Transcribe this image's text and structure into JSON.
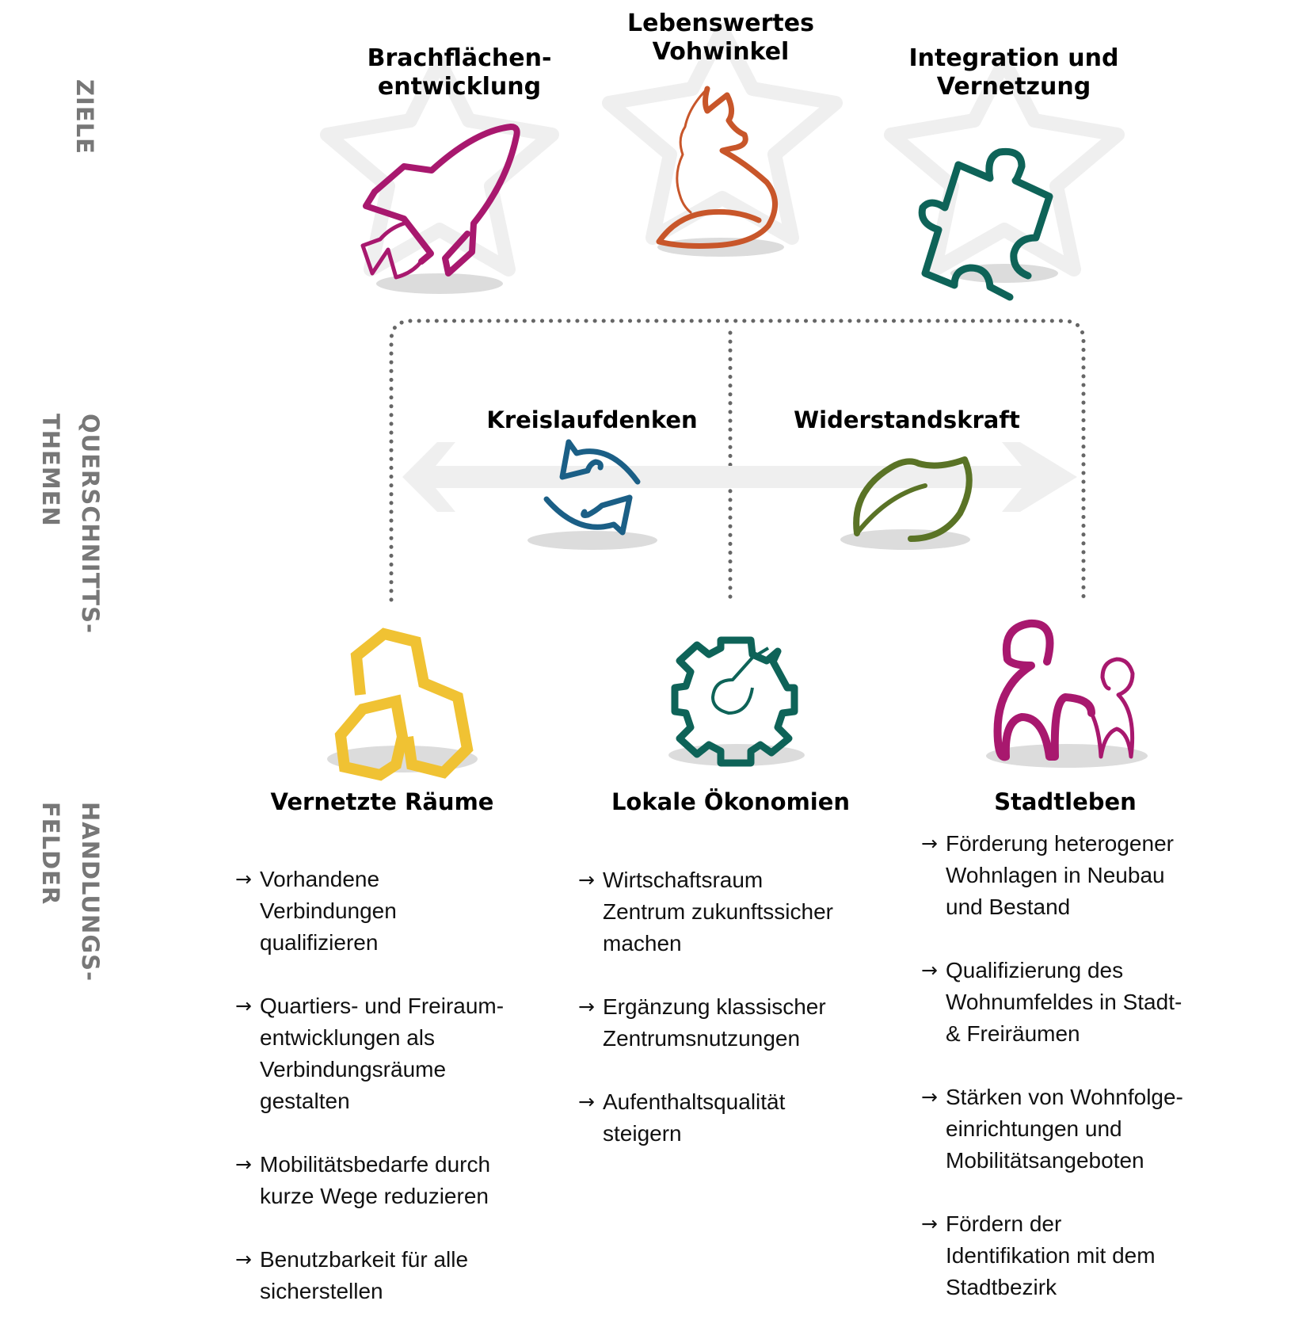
{
  "section_labels": {
    "ziele": "ZIELE",
    "querschnitt_line1": "QUERSCHNITTS-",
    "querschnitt_line2": "THEMEN",
    "handlung_line1": "HANDLUNGS-",
    "handlung_line2": "FELDER"
  },
  "goals": [
    {
      "line1": "Brachflächen-",
      "line2": "entwicklung",
      "icon": "rocket-icon",
      "color": "#A8186E"
    },
    {
      "line1": "Lebenswertes",
      "line2": "Vohwinkel",
      "icon": "fox-icon",
      "color": "#C8562A"
    },
    {
      "line1": "Integration und",
      "line2": "Vernetzung",
      "icon": "puzzle-icon",
      "color": "#0E6358"
    }
  ],
  "themes": [
    {
      "title": "Kreislaufdenken",
      "icon": "recycle-arrows-icon",
      "color": "#1B5F86"
    },
    {
      "title": "Widerstandskraft",
      "icon": "leaf-icon",
      "color": "#5A7326"
    }
  ],
  "fields": [
    {
      "title": "Vernetzte Räume",
      "icon": "honeycomb-icon",
      "color": "#F0C233",
      "arrow": "→",
      "items": [
        {
          "lines": [
            "Vorhandene",
            "Verbindungen",
            "qualifizieren"
          ]
        },
        {
          "lines": [
            "Quartiers- und Freiraum-",
            "entwicklungen als",
            "Verbindungsräume",
            "gestalten"
          ]
        },
        {
          "lines": [
            "Mobilitätsbedarfe durch",
            "kurze Wege reduzieren"
          ]
        },
        {
          "lines": [
            "Benutzbarkeit für alle",
            "sicherstellen"
          ]
        }
      ]
    },
    {
      "title": "Lokale Ökonomien",
      "icon": "gear-icon",
      "color": "#0E6358",
      "arrow": "→",
      "items": [
        {
          "lines": [
            "Wirtschaftsraum",
            "Zentrum zukunftssicher",
            "machen"
          ]
        },
        {
          "lines": [
            "Ergänzung klassischer",
            "Zentrumsnutzungen"
          ]
        },
        {
          "lines": [
            "Aufenthaltsqualität",
            "steigern"
          ]
        }
      ]
    },
    {
      "title": "Stadtleben",
      "icon": "people-icon",
      "color": "#A8186E",
      "arrow": "→",
      "items": [
        {
          "lines": [
            "Förderung heterogener",
            "Wohnlagen in Neubau",
            "und Bestand"
          ]
        },
        {
          "lines": [
            "Qualifizierung des",
            "Wohnumfeldes in Stadt-",
            "& Freiräumen"
          ]
        },
        {
          "lines": [
            "Stärken von Wohnfolge-",
            "einrichtungen und",
            "Mobilitätsangeboten"
          ]
        },
        {
          "lines": [
            "Fördern der",
            "Identifikation mit dem",
            "Stadtbezirk"
          ]
        }
      ]
    }
  ],
  "colors": {
    "star_outline": "#EFEFEF",
    "shadow": "#DCDCDC",
    "dotted_line": "#666666",
    "double_arrow": "#EFEFEF",
    "section_label": "#777777"
  }
}
